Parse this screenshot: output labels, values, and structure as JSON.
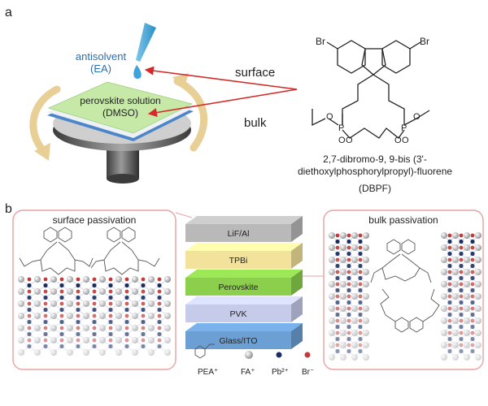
{
  "panel_a": {
    "letter": "a",
    "antisolvent_line1": "antisolvent",
    "antisolvent_line2": "(EA)",
    "solution_line1": "perovskite solution",
    "solution_line2": "(DMSO)",
    "surface_label": "surface",
    "bulk_label": "bulk",
    "br_left": "Br",
    "br_right": "Br",
    "atom_o": "O",
    "atom_p": "P",
    "molecule_name_line1": "2,7-dibromo-9, 9-bis (3'-",
    "molecule_name_line2": "diethoxylphosphorylpropyl)-fluorene",
    "molecule_abbrev": "(DBPF)"
  },
  "panel_b": {
    "letter": "b",
    "surface_title": "surface passivation",
    "bulk_title": "bulk passivation",
    "device_layers": [
      "LiF/Al",
      "TPBi",
      "Perovskite",
      "PVK",
      "Glass/ITO"
    ],
    "legend": [
      "PEA⁺",
      "FA⁺",
      "Pb²⁺",
      "Br⁻"
    ]
  },
  "colors": {
    "arrow_red": "#d42a2a",
    "antisolvent_blue": "#2b6fb0",
    "panel_border": "#e7a3a3",
    "solution_green": "#c6e9a8",
    "layer_lif": "#b9b9b9",
    "layer_tpbi": "#f3e29b",
    "layer_perovskite": "#8ccf4d",
    "layer_pvk": "#c6cbe9",
    "layer_ito": "#6c9fd3",
    "pb_dot": "#1b2d66",
    "br_dot": "#c23b3b"
  }
}
